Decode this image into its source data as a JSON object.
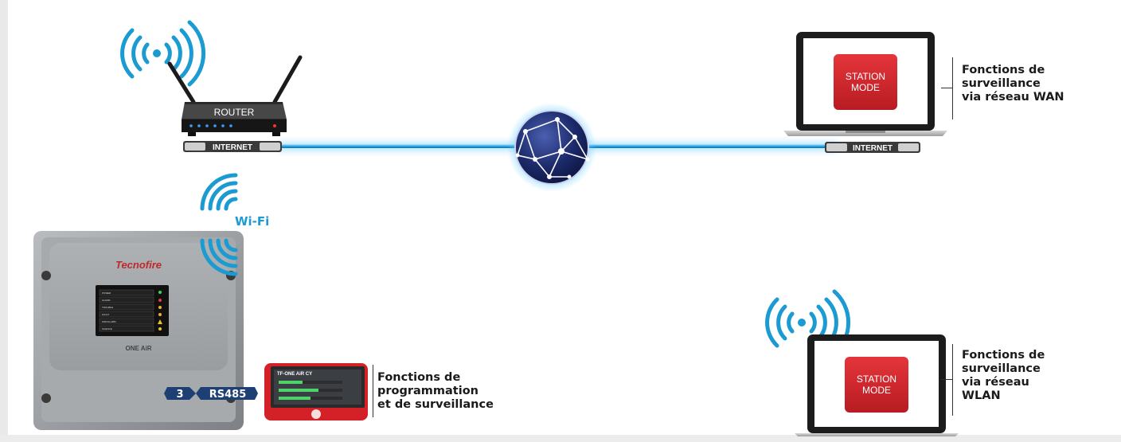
{
  "router": {
    "label": "ROUTER",
    "plug_label": "INTERNET"
  },
  "laptop_wan": {
    "screen_line1": "STATION",
    "screen_line2": "MODE",
    "plug_label": "INTERNET",
    "caption": [
      "Fonctions de",
      "surveillance",
      "via réseau WAN"
    ]
  },
  "laptop_wlan": {
    "screen_line1": "STATION",
    "screen_line2": "MODE",
    "caption": [
      "Fonctions de",
      "surveillance",
      "via réseau",
      "WLAN"
    ]
  },
  "controller": {
    "brand": "Tecnofire",
    "model": "ONE AiR",
    "wifi_label": "Wi-Fi",
    "panel_rows": [
      "POWER",
      "ALARM",
      "TROUBLE",
      "FAULT",
      "WIFI/ALARM",
      "SILENCE"
    ],
    "connector_number": "3",
    "connector_label": "RS485"
  },
  "hmi": {
    "title": "TF-ONE AiR CY",
    "caption": [
      "Fonctions de",
      "programmation",
      "et de surveillance"
    ]
  },
  "colors": {
    "station_red": "#d42027",
    "cable_blue": "#2aa7e6",
    "connector_navy": "#1d3f74",
    "wifi_blue": "#1b9bd1",
    "globe_navy": "#1c2a6b"
  }
}
